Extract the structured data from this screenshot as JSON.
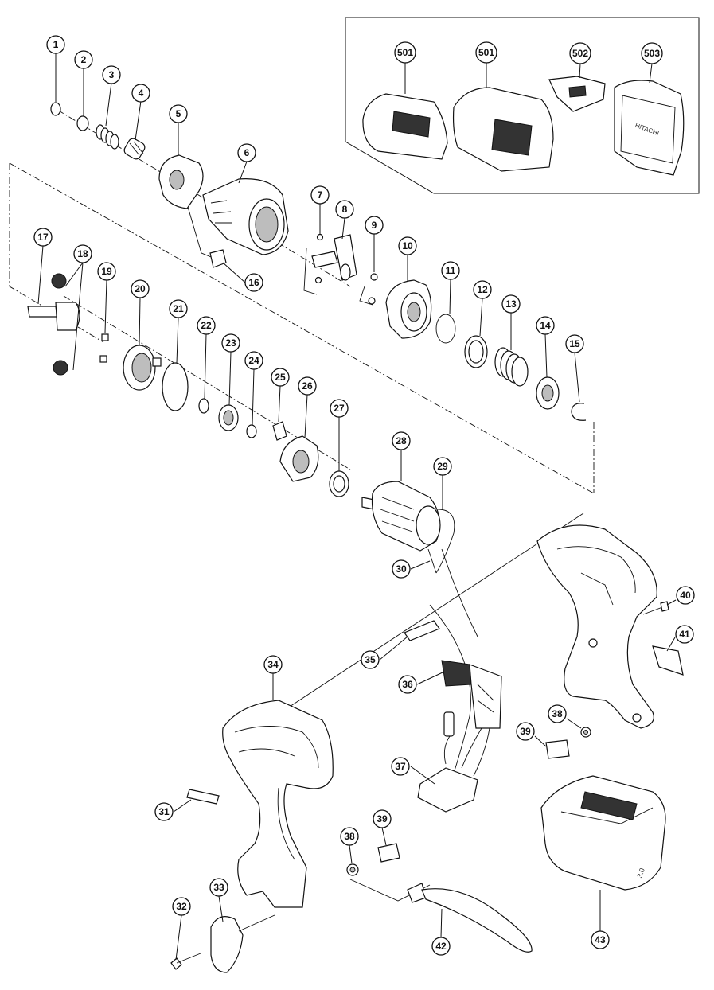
{
  "callouts": [
    {
      "label": "1"
    },
    {
      "label": "2"
    },
    {
      "label": "3"
    },
    {
      "label": "4"
    },
    {
      "label": "5"
    },
    {
      "label": "6"
    },
    {
      "label": "7"
    },
    {
      "label": "8"
    },
    {
      "label": "9"
    },
    {
      "label": "10"
    },
    {
      "label": "11"
    },
    {
      "label": "12"
    },
    {
      "label": "13"
    },
    {
      "label": "14"
    },
    {
      "label": "15"
    },
    {
      "label": "16"
    },
    {
      "label": "17"
    },
    {
      "label": "18"
    },
    {
      "label": "19"
    },
    {
      "label": "20"
    },
    {
      "label": "21"
    },
    {
      "label": "22"
    },
    {
      "label": "23"
    },
    {
      "label": "24"
    },
    {
      "label": "25"
    },
    {
      "label": "26"
    },
    {
      "label": "27"
    },
    {
      "label": "28"
    },
    {
      "label": "29"
    },
    {
      "label": "30"
    },
    {
      "label": "31"
    },
    {
      "label": "32"
    },
    {
      "label": "33"
    },
    {
      "label": "34"
    },
    {
      "label": "35"
    },
    {
      "label": "36"
    },
    {
      "label": "37"
    },
    {
      "label": "38"
    },
    {
      "label": "39"
    },
    {
      "label": "40"
    },
    {
      "label": "41"
    },
    {
      "label": "42"
    },
    {
      "label": "43"
    },
    {
      "label": "501"
    },
    {
      "label": "501"
    },
    {
      "label": "502"
    },
    {
      "label": "503"
    },
    {
      "label": "38"
    },
    {
      "label": "39"
    }
  ],
  "case_label": "HITACHI",
  "battery_label": "3.0"
}
